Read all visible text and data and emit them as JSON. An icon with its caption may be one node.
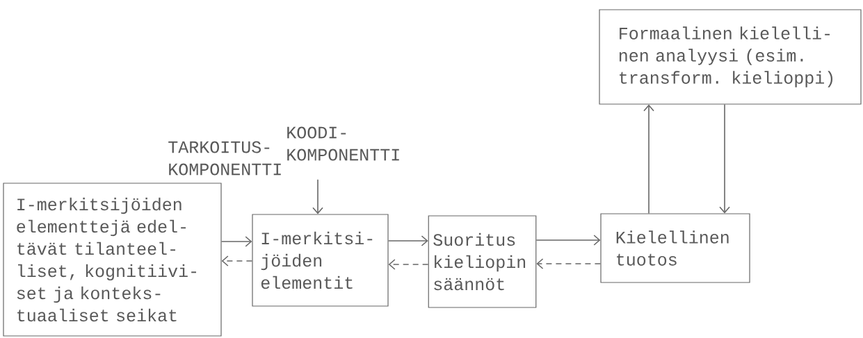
{
  "diagram": {
    "nodes": [
      {
        "text": [
          "I-merkitsijöiden elementtejä edel- tävät tilanteel- liset, kognitiivi- set ja konteks- tuaaliset seikat"
        ]
      },
      {
        "text": [
          "I-merkitsi- jöiden elementit"
        ]
      },
      {
        "text": [
          "Suoritus kieliopin säännöt"
        ]
      },
      {
        "text": [
          "Kielellinen tuotos"
        ]
      },
      {
        "text": [
          "Formaalinen kielelli- nen analyysi (esim. transform. kielioppi)"
        ]
      },
      {
        "text": [
          "TARKOITUS- KOMPONENTTI"
        ]
      }
    ],
    "edges": [
      {
        "from": 0,
        "to": 1,
        "arrow": "to"
      },
      {
        "from": 1,
        "to": 0,
        "arrow": "to",
        "style": "dashed"
      },
      {
        "from": 1,
        "to": 2,
        "arrow": "to"
      },
      {
        "from": 2,
        "to": 1,
        "arrow": "to",
        "style": "dashed"
      },
      {
        "from": 2,
        "to": 3,
        "arrow": "to"
      },
      {
        "from": 3,
        "to": 2,
        "arrow": "to",
        "style": "dashed"
      },
      {
        "from": 3,
        "to": 4,
        "arrow": "to"
      },
      {
        "from": 4,
        "to": 3,
        "arrow": "to"
      },
      {
        "from": 5,
        "to": 1,
        "arrow": "to"
      }
    ],
    "labels": [
      "KOODI- KOMPONENTTI"
    ]
  }
}
